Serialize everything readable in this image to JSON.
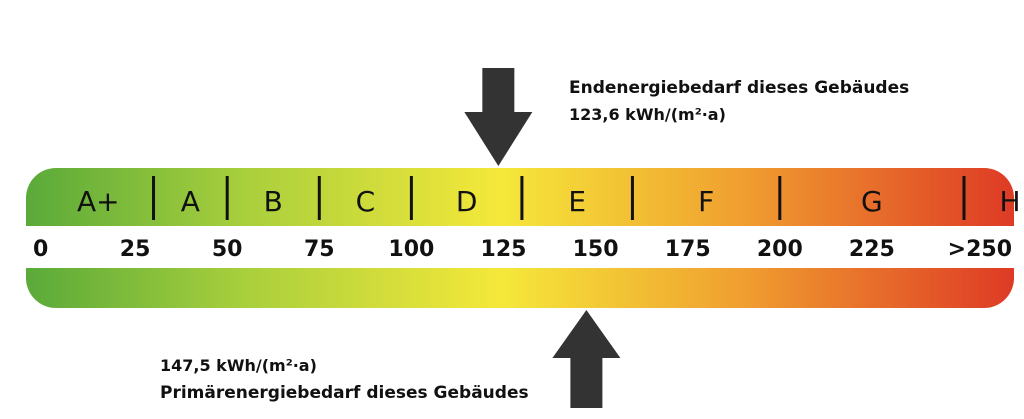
{
  "classes": [
    "A+",
    "A",
    "B",
    "C",
    "D",
    "E",
    "F",
    "G",
    "H"
  ],
  "class_bounds": [
    0,
    30,
    50,
    75,
    100,
    130,
    160,
    200,
    250,
    275
  ],
  "ticks": [
    "0",
    "25",
    "50",
    "75",
    "100",
    "125",
    "150",
    "175",
    "200",
    "225",
    ">250"
  ],
  "tick_values": [
    0,
    25,
    50,
    75,
    100,
    125,
    150,
    175,
    200,
    225,
    250
  ],
  "end_energy": {
    "title": "Endenergiebedarf dieses Gebäudes",
    "value_label": "123,6  kWh/(m²·a)",
    "value": 123.6
  },
  "primary_energy": {
    "title": "Primärenergiebedarf dieses Gebäudes",
    "value_label": "147,5 kWh/(m²·a)",
    "value": 147.5
  },
  "colors": {
    "green": "#5aaa3a",
    "light_green": "#a8cf3c",
    "yellow": "#f5e83a",
    "orange": "#f0a030",
    "red": "#de3a25",
    "arrow": "#333333",
    "text": "#111111"
  }
}
